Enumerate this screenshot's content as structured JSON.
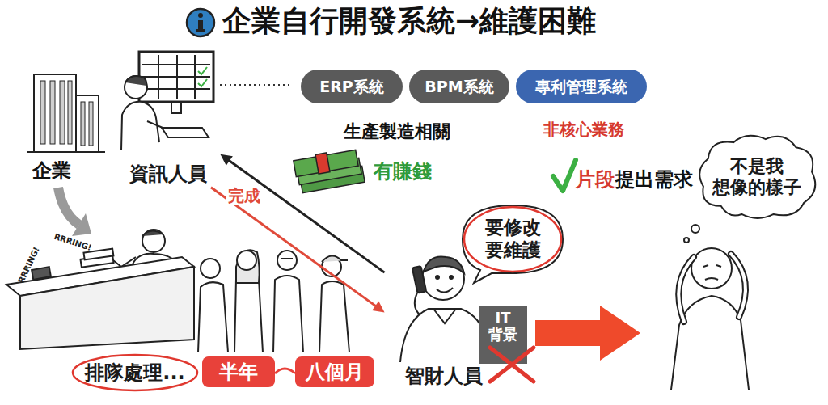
{
  "diagram": {
    "title": "企業自行開發系統→維護困難",
    "nodes": [
      {
        "text": [
          "資訊人員"
        ]
      },
      {
        "text": [
          "ERP系統"
        ]
      },
      {
        "text": [
          "BPM系統"
        ]
      },
      {
        "text": [
          "專利管理系統"
        ]
      },
      {
        "text": [
          "不是我 想像的樣子"
        ]
      },
      {
        "text": [
          "要修改 要維護"
        ]
      },
      {
        "text": [
          "智財人員"
        ]
      },
      {
        "text": [
          "IT 背景"
        ]
      },
      {
        "text": [
          "排隊處理..."
        ]
      },
      {
        "text": [
          "半年"
        ]
      },
      {
        "text": [
          "八個月"
        ]
      }
    ],
    "edges": [
      {
        "from": 6,
        "to": 0,
        "arrow": "to"
      },
      {
        "from": 0,
        "to": 6,
        "label": "完成",
        "arrow": "to"
      }
    ],
    "labels": [
      "企業",
      "生產製造相關",
      "非核心業務",
      "有賺錢",
      "片段",
      "提出需求",
      "RRRING!",
      "RRRING!"
    ]
  }
}
